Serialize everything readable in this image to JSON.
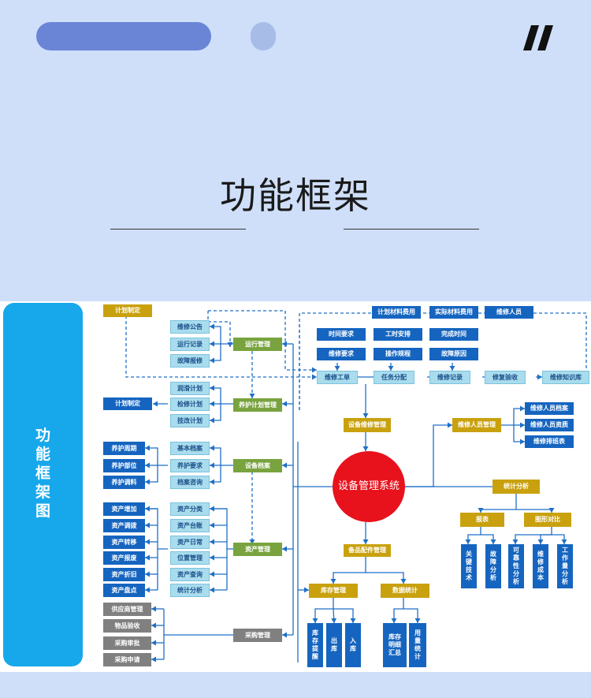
{
  "header": {
    "title": "功能框架",
    "side_label": "功能框架图"
  },
  "colors": {
    "background": "#cfdff9",
    "accent_pill": "#6a84d6",
    "side_tab": "#17a8ec",
    "box_blue": "#1565c0",
    "box_light": "#a9dced",
    "box_green": "#78a33e",
    "box_gold": "#c9a10e",
    "box_gray": "#808080",
    "center_red": "#e8121c",
    "connector": "#1f6fc6"
  },
  "diagram": {
    "center": "设备管理系统",
    "top_right": {
      "cost_items": [
        "计划材料费用",
        "实际材料费用",
        "维修人员"
      ],
      "requirement_row_1": [
        "时间要求",
        "工时安排",
        "完成时间"
      ],
      "requirement_row_2": [
        "维修要求",
        "操作规程",
        "故障原因"
      ],
      "workflow": [
        "维修工单",
        "任务分配",
        "维修记录",
        "修复验收",
        "维修知识库"
      ]
    },
    "repair_management": "设备维修管理",
    "staff_management": {
      "label": "维修人员管理",
      "items": [
        "维修人员档案",
        "维修人员资质",
        "维修排班表"
      ]
    },
    "statistics": {
      "label": "统计分析",
      "reports": "报表",
      "graph_compare": "图形对比",
      "analysis_items": [
        "关键技术",
        "故障分析",
        "可靠性分析",
        "维修成本",
        "工作量分析"
      ]
    },
    "spare_parts": {
      "label": "备品配件管理",
      "inventory": {
        "label": "库存管理",
        "items": [
          "库存提醒",
          "出库",
          "入库"
        ]
      },
      "data_stats": {
        "label": "数据统计",
        "items": [
          "库存明细汇总",
          "用量统计"
        ]
      }
    },
    "operation": {
      "label": "运行管理",
      "plan_node": "计划制定",
      "items": [
        "维修公告",
        "运行记录",
        "故障报修"
      ]
    },
    "maintenance_plan": {
      "label": "养护计划管理",
      "plan_node": "计划制定",
      "items": [
        "润滑计划",
        "检修计划",
        "技改计划"
      ]
    },
    "equipment_archive": {
      "label": "设备档案",
      "items": [
        "基本档案",
        "养护要求",
        "档案咨询"
      ],
      "maintenance_items": [
        "养护周期",
        "养护部位",
        "养护调料"
      ]
    },
    "asset_management": {
      "label": "资产管理",
      "items": [
        "资产分类",
        "资产台账",
        "资产日常",
        "位置管理",
        "资产查询",
        "统计分析"
      ],
      "change_items": [
        "资产增加",
        "资产调拨",
        "资产转移",
        "资产报废",
        "资产折旧",
        "资产盘点"
      ]
    },
    "procurement": {
      "label": "采购管理",
      "items": [
        "供应商管理",
        "物品验收",
        "采购审批",
        "采购申请"
      ]
    }
  }
}
